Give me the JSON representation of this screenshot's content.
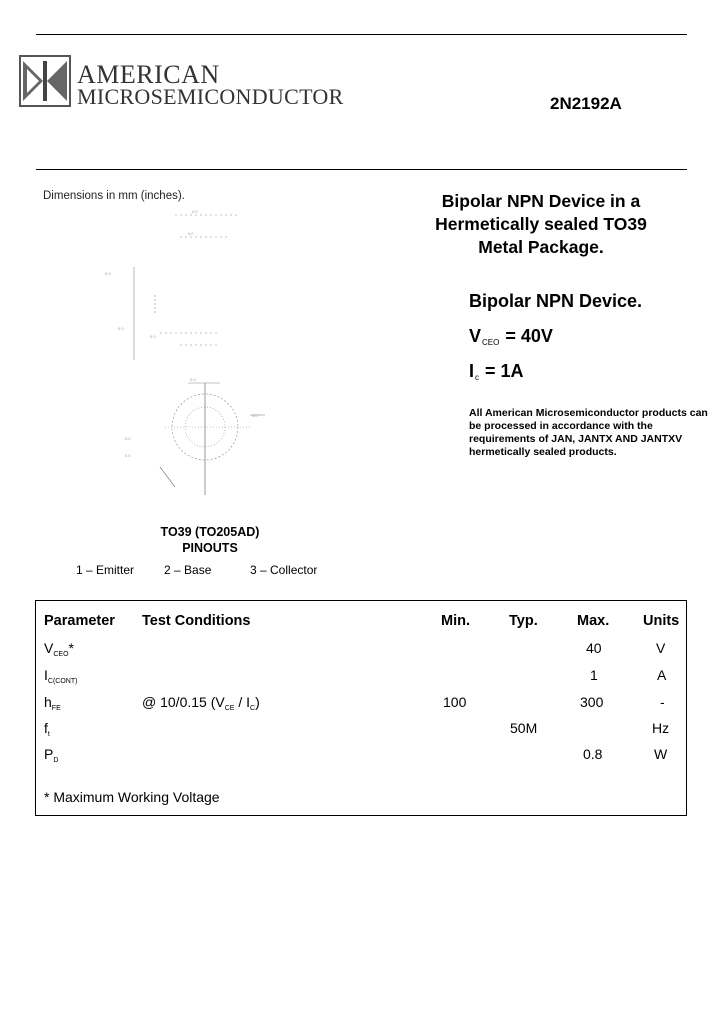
{
  "header": {
    "brand_line1": "AMERICAN",
    "brand_line2": "MICROSEMICONDUCTOR",
    "part_number": "2N2192A"
  },
  "left": {
    "dimensions_caption": "Dimensions in mm (inches).",
    "package_line1": "TO39 (TO205AD)",
    "package_line2": "PINOUTS",
    "pins": [
      "1 – Emitter",
      "2 – Base",
      "3 – Collector"
    ]
  },
  "right": {
    "title_lines": [
      "Bipolar NPN Device in a",
      "Hermetically sealed TO39",
      "Metal Package."
    ],
    "subtitle": "Bipolar NPN Device.",
    "vceo_symbol": "V",
    "vceo_sub": "CEO",
    "vceo_value": "=  40V",
    "ic_symbol": "I",
    "ic_sub": "c",
    "ic_value": "= 1A",
    "note": "All American Microsemiconductor products can be processed in accordance with the requirements of JAN, JANTX AND JANTXV hermetically sealed products."
  },
  "table": {
    "headers": {
      "parameter": "Parameter",
      "conditions": "Test Conditions",
      "min": "Min.",
      "typ": "Typ.",
      "max": "Max.",
      "units": "Units"
    },
    "rows": [
      {
        "sym": "V",
        "sub": "CEO",
        "suffix": "*",
        "cond": "",
        "min": "",
        "typ": "",
        "max": "40",
        "unit": "V"
      },
      {
        "sym": "I",
        "sub": "C(CONT)",
        "suffix": "",
        "cond": "",
        "min": "",
        "typ": "",
        "max": "1",
        "unit": "A"
      },
      {
        "sym": "h",
        "sub": "FE",
        "suffix": "",
        "cond": "@ 10/0.15 (V",
        "cond_sub1": "CE",
        "cond_mid": " / I",
        "cond_sub2": "C",
        "cond_end": ")",
        "min": "100",
        "typ": "",
        "max": "300",
        "unit": "-"
      },
      {
        "sym": "f",
        "sub": "t",
        "suffix": "",
        "cond": "",
        "min": "",
        "typ": "50M",
        "max": "",
        "unit": "Hz"
      },
      {
        "sym": "P",
        "sub": "D",
        "suffix": "",
        "cond": "",
        "min": "",
        "typ": "",
        "max": "0.8",
        "unit": "W"
      }
    ],
    "footnote": "* Maximum Working Voltage"
  }
}
